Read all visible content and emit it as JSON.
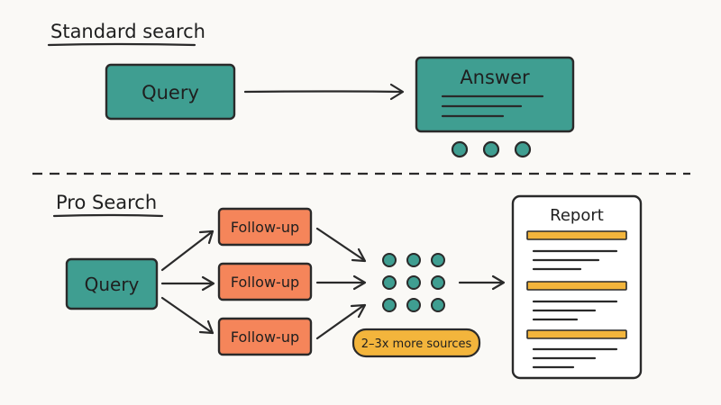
{
  "standard": {
    "title": "Standard search",
    "query_label": "Query",
    "answer_label": "Answer"
  },
  "pro": {
    "title": "Pro Search",
    "query_label": "Query",
    "followups": [
      "Follow-up",
      "Follow-up",
      "Follow-up"
    ],
    "sources_badge": "2–3x more sources",
    "report_label": "Report"
  },
  "colors": {
    "teal": "#3f9e91",
    "teal_dark": "#2f8579",
    "orange": "#f5855a",
    "yellow": "#f3b53c",
    "ink": "#2a2a2a",
    "paper": "#ffffff"
  }
}
